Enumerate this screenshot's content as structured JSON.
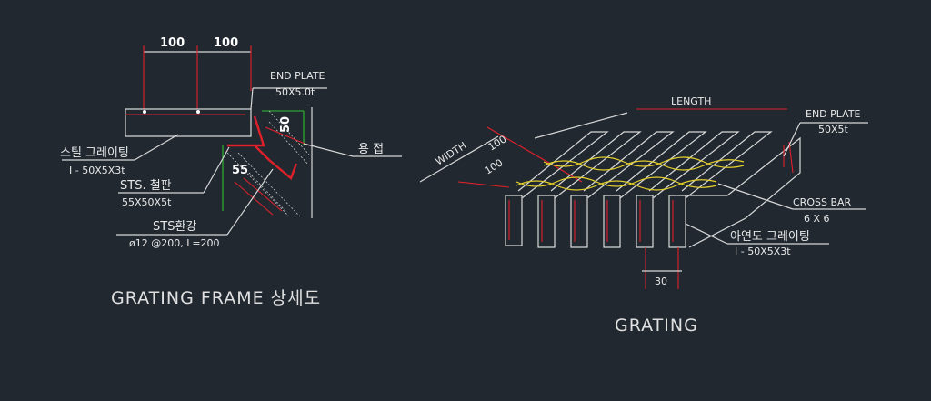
{
  "frame_detail": {
    "dim_100_a": "100",
    "dim_100_b": "100",
    "end_plate_label": "END PLATE",
    "end_plate_spec": "50X5.0t",
    "dim_50": "50",
    "weld_label": "용 접",
    "steel_grating_label": "스틸 그레이팅",
    "steel_grating_spec": "I - 50X5X3t",
    "sts_angle_label": "STS. 철판",
    "sts_angle_spec": "55X50X5t",
    "dim_55": "55",
    "anchor_label": "STS환강",
    "anchor_spec": "ø12 @200, L=200",
    "title": "GRATING FRAME 상세도"
  },
  "grating": {
    "length_label": "LENGTH",
    "width_label": "WIDTH",
    "dim_100_a": "100",
    "dim_100_b": "100",
    "end_plate_label": "END PLATE",
    "end_plate_spec": "50X5t",
    "cross_bar_label": "CROSS BAR",
    "cross_bar_spec": "6 X 6",
    "galv_grating_label": "아연도 그레이팅",
    "galv_grating_spec": "I - 50X5X3t",
    "dim_30": "30",
    "title": "GRATING"
  },
  "colors": {
    "background": "#212830",
    "lines": "#d8d8d8",
    "red": "#e0202a",
    "green": "#2fbf2f",
    "yellow": "#e6d12a"
  }
}
